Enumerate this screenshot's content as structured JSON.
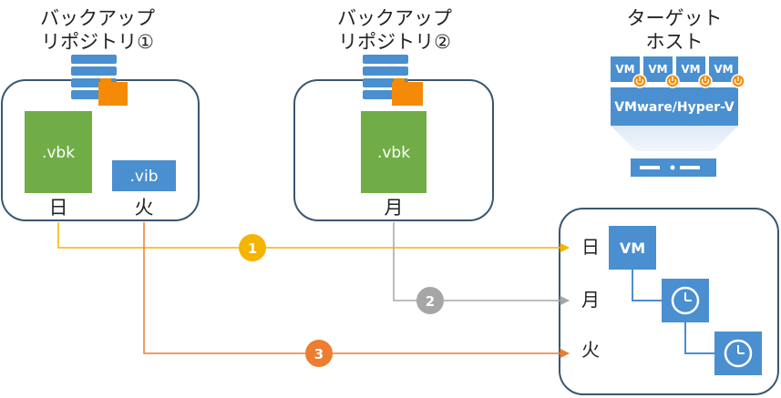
{
  "repo1": {
    "title_line1": "バックアップ",
    "title_line2": "リポジトリ①",
    "vbk_label": ".vbk",
    "vib_label": ".vib",
    "day_full": "日",
    "day_inc": "火"
  },
  "repo2": {
    "title_line1": "バックアップ",
    "title_line2": "リポジトリ②",
    "vbk_label": ".vbk",
    "day_full": "月"
  },
  "target": {
    "title_line1": "ターゲット",
    "title_line2": "ホスト",
    "vm_labels": [
      "VM",
      "VM",
      "VM",
      "VM"
    ],
    "hypervisor_label": "VMware/Hyper-V"
  },
  "restore": {
    "day1": "日",
    "day2": "月",
    "day3": "火",
    "vm_label": "VM"
  },
  "flows": [
    {
      "number": "1",
      "color": "#f5b400"
    },
    {
      "number": "2",
      "color": "#a6a6a6"
    },
    {
      "number": "3",
      "color": "#ed7d31"
    }
  ],
  "colors": {
    "blue": "#4a8fd0",
    "green": "#70ad47",
    "orange": "#f58a07",
    "border": "#3a5670"
  }
}
